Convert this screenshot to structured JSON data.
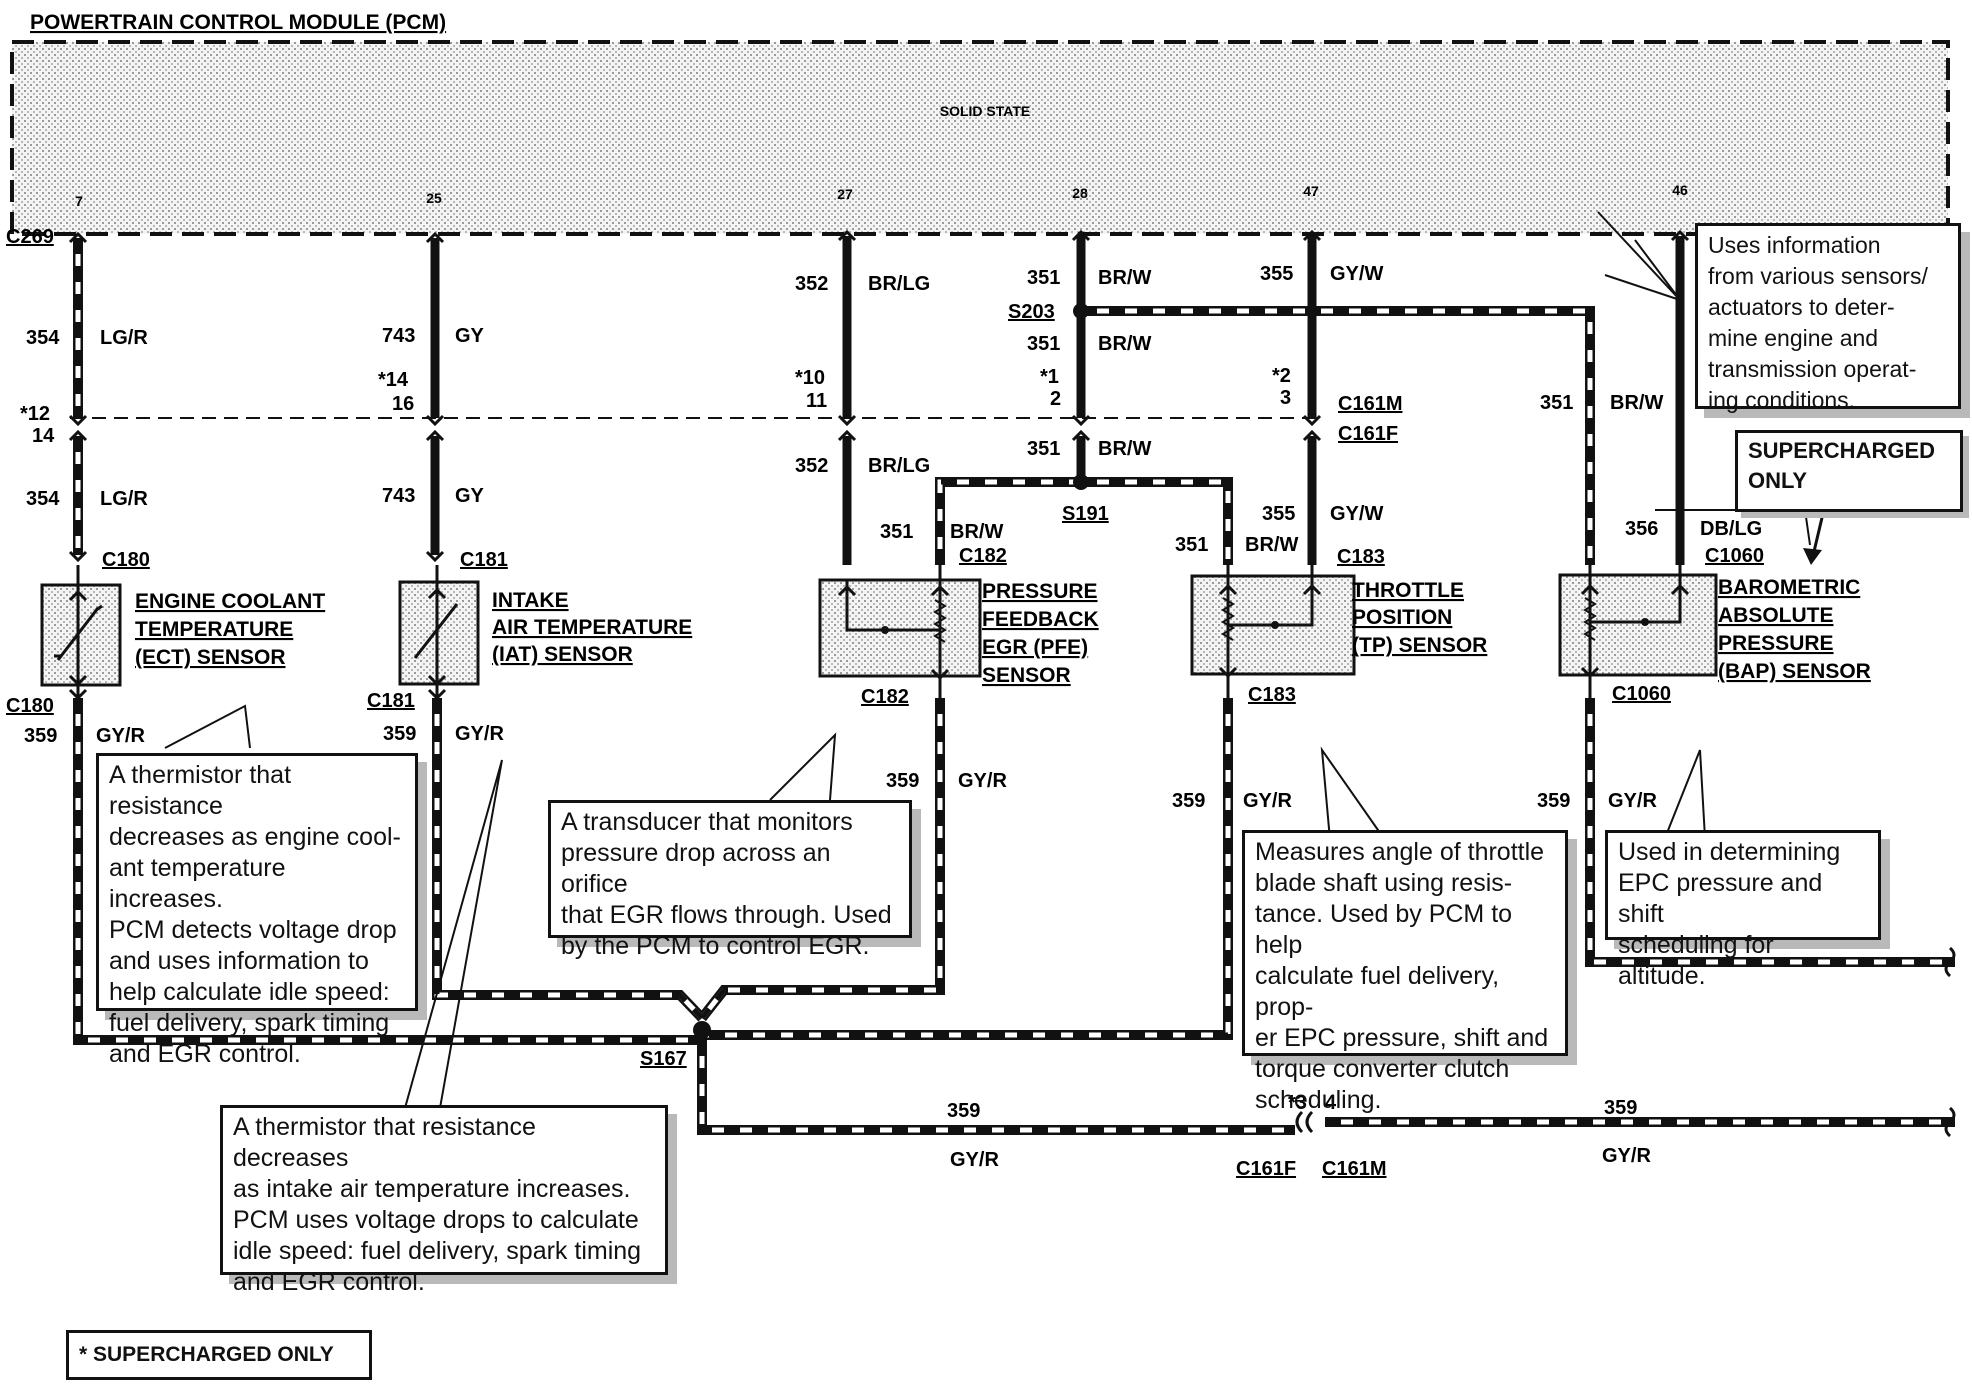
{
  "module": {
    "title": "POWERTRAIN CONTROL MODULE (PCM)",
    "center_label": "SOLID STATE"
  },
  "pins": [
    "7",
    "25",
    "27",
    "28",
    "47",
    "46"
  ],
  "connectors": {
    "c269": "C269",
    "c180": "C180",
    "c181": "C181",
    "c182": "C182",
    "c183": "C183",
    "c1060": "C1060",
    "c161m": "C161M",
    "c161f": "C161F",
    "s203": "S203",
    "s191": "S191",
    "s167": "S167"
  },
  "wires": {
    "w354": "354",
    "w743": "743",
    "w352": "352",
    "w351": "351",
    "w355": "355",
    "w356": "356",
    "w359": "359",
    "lgr": "LG/R",
    "gy": "GY",
    "brlg": "BR/LG",
    "brw": "BR/W",
    "gyw": "GY/W",
    "dblg": "DB/LG",
    "gyr": "GY/R"
  },
  "splice_pins": {
    "p12": "*12",
    "p14": "14",
    "p14b": "*14",
    "p16": "16",
    "p10": "*10",
    "p11": "11",
    "p1": "*1",
    "p2": "2",
    "p2b": "*2",
    "p3": "3",
    "p3b": "*3",
    "p4": "4"
  },
  "sensors": {
    "ect": [
      "ENGINE COOLANT",
      "TEMPERATURE",
      "(ECT) SENSOR"
    ],
    "iat": [
      "INTAKE",
      "AIR TEMPERATURE",
      "(IAT) SENSOR"
    ],
    "pfe": [
      "PRESSURE",
      "FEEDBACK",
      "EGR (PFE)",
      "SENSOR"
    ],
    "tp": [
      "THROTTLE",
      "POSITION",
      "(TP) SENSOR"
    ],
    "bap": [
      "BAROMETRIC",
      "ABSOLUTE",
      "PRESSURE",
      "(BAP) SENSOR"
    ]
  },
  "notes": {
    "pcm": "Uses information\nfrom various sensors/\nactuators to deter-\nmine engine and\ntransmission operat-\ning conditions.",
    "supercharged_tag": "SUPERCHARGED\nONLY",
    "ect": "A thermistor that resistance\ndecreases as engine cool-\nant temperature increases.\nPCM  detects voltage drop\nand uses information to\nhelp calculate idle speed:\nfuel delivery, spark timing\nand EGR control.",
    "pfe": "A transducer that monitors\npressure drop across an orifice\nthat EGR flows through. Used\nby the PCM to control EGR.",
    "tp": "Measures angle of throttle\nblade shaft using resis-\ntance. Used by PCM to help\ncalculate fuel delivery, prop-\ner EPC pressure, shift and\ntorque converter clutch\nscheduling.",
    "bap": "Used in determining\nEPC pressure and shift\nscheduling for altitude.",
    "iat": "A thermistor that resistance decreases\nas intake air temperature increases.\nPCM uses voltage drops to calculate\nidle speed:  fuel delivery, spark timing\nand EGR control.",
    "legend": "* SUPERCHARGED ONLY"
  }
}
